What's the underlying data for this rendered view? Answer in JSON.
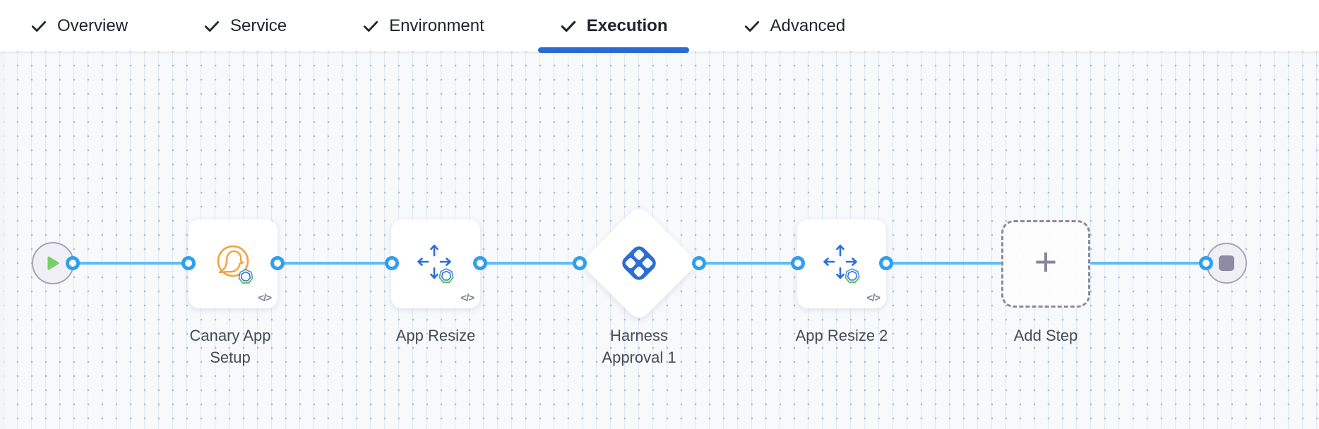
{
  "tabbar": {
    "active_tab": "Execution",
    "accent_color": "#2a6ad4",
    "items": [
      {
        "label": "Overview",
        "checked": true
      },
      {
        "label": "Service",
        "checked": true
      },
      {
        "label": "Environment",
        "checked": true
      },
      {
        "label": "Execution",
        "checked": true
      },
      {
        "label": "Advanced",
        "checked": true
      }
    ]
  },
  "pipeline": {
    "plus_glyph": "+",
    "code_glyph": "</>",
    "nodes": {
      "start": {
        "icon": "play-icon"
      },
      "canary": {
        "label": "Canary App Setup",
        "icon": "canary-bird-icon",
        "badge": "kubernetes-icon"
      },
      "app_resize": {
        "label": "App Resize",
        "icon": "resize-arrows-icon",
        "badge": "kubernetes-icon"
      },
      "approval": {
        "label": "Harness Approval 1",
        "icon": "harness-logo-icon"
      },
      "app_resize_2": {
        "label": "App Resize 2",
        "icon": "resize-arrows-icon",
        "badge": "kubernetes-icon"
      },
      "add_step": {
        "label": "Add Step",
        "icon": "plus-icon"
      },
      "end": {
        "icon": "stop-icon"
      }
    },
    "connections": [
      "start -> canary",
      "canary -> app_resize",
      "app_resize -> approval",
      "approval -> app_resize_2",
      "app_resize_2 -> add_step",
      "add_step -> end"
    ],
    "colors": {
      "edge_blue": "#5fbcf5",
      "port_blue": "#2f9ff0",
      "icon_blue": "#2e6fd3",
      "harness_blue": "#2d6cd2",
      "canary_orange": "#f1a33c",
      "play_green": "#79ce67",
      "terminal_gray": "#8f8ba3"
    }
  }
}
